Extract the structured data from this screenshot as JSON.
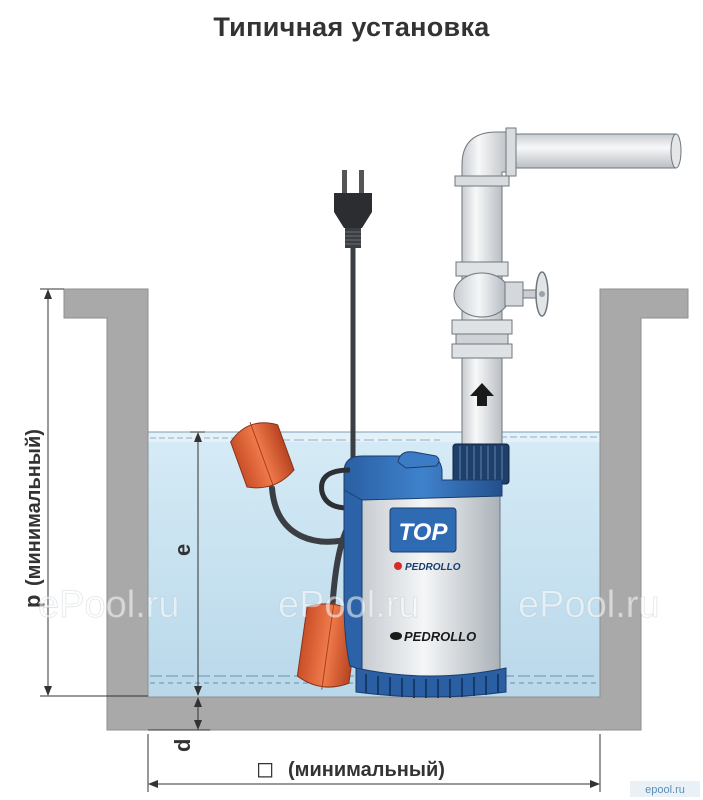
{
  "title": "Типичная установка",
  "dimensions": {
    "p_label": "p",
    "p_note": "(минимальный)",
    "e_label": "e",
    "d_label": "d",
    "width_symbol": "◻",
    "width_note": "(минимальный)"
  },
  "pump": {
    "model_badge": "TOP",
    "brand_small": "PEDROLLO",
    "brand_large": "PEDROLLO"
  },
  "watermarks": [
    "ePool.ru",
    "ePool.ru",
    "ePool.ru"
  ],
  "corner_watermark": "epool.ru",
  "colors": {
    "wall": "#a9a9a9",
    "water": "#cfe5f2",
    "pump_blue": "#2e6db5",
    "float_orange": "#e0663a",
    "pipe": "#e6e8ea"
  },
  "icons": [
    "plug-icon",
    "flow-arrow-up-icon",
    "valve-handwheel-icon"
  ]
}
